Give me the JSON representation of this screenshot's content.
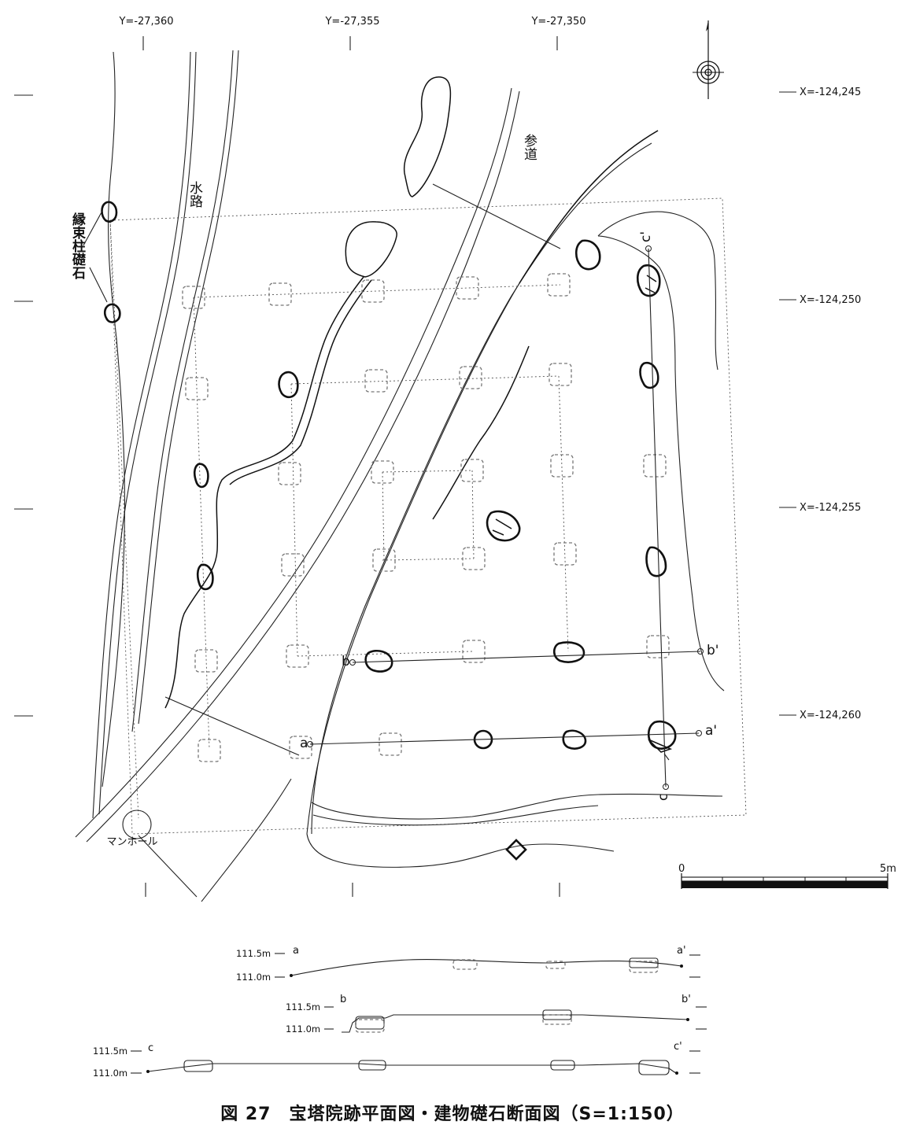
{
  "y_coords": [
    "Y=-27,360",
    "Y=-27,355",
    "Y=-27,350"
  ],
  "x_coords": [
    "X=-124,245",
    "X=-124,250",
    "X=-124,255",
    "X=-124,260"
  ],
  "labels": {
    "waterway": "水路",
    "approach": "参道",
    "stones": "縁束柱礎石",
    "manhole": "マンホール"
  },
  "section_points": {
    "a": "a",
    "a_prime": "a'",
    "b": "b",
    "b_prime": "b'",
    "c": "c",
    "c_prime": "c'"
  },
  "scale_bar": {
    "start": "0",
    "end": "5m"
  },
  "sections": [
    {
      "id": "a",
      "start": "a",
      "end": "a'",
      "upper": "111.5m",
      "lower": "111.0m"
    },
    {
      "id": "b",
      "start": "b",
      "end": "b'",
      "upper": "111.5m",
      "lower": "111.0m"
    },
    {
      "id": "c",
      "start": "c",
      "end": "c'",
      "upper": "111.5m",
      "lower": "111.0m"
    }
  ],
  "caption": "図 27　宝塔院跡平面図・建物礎石断面図（S=1:150）"
}
